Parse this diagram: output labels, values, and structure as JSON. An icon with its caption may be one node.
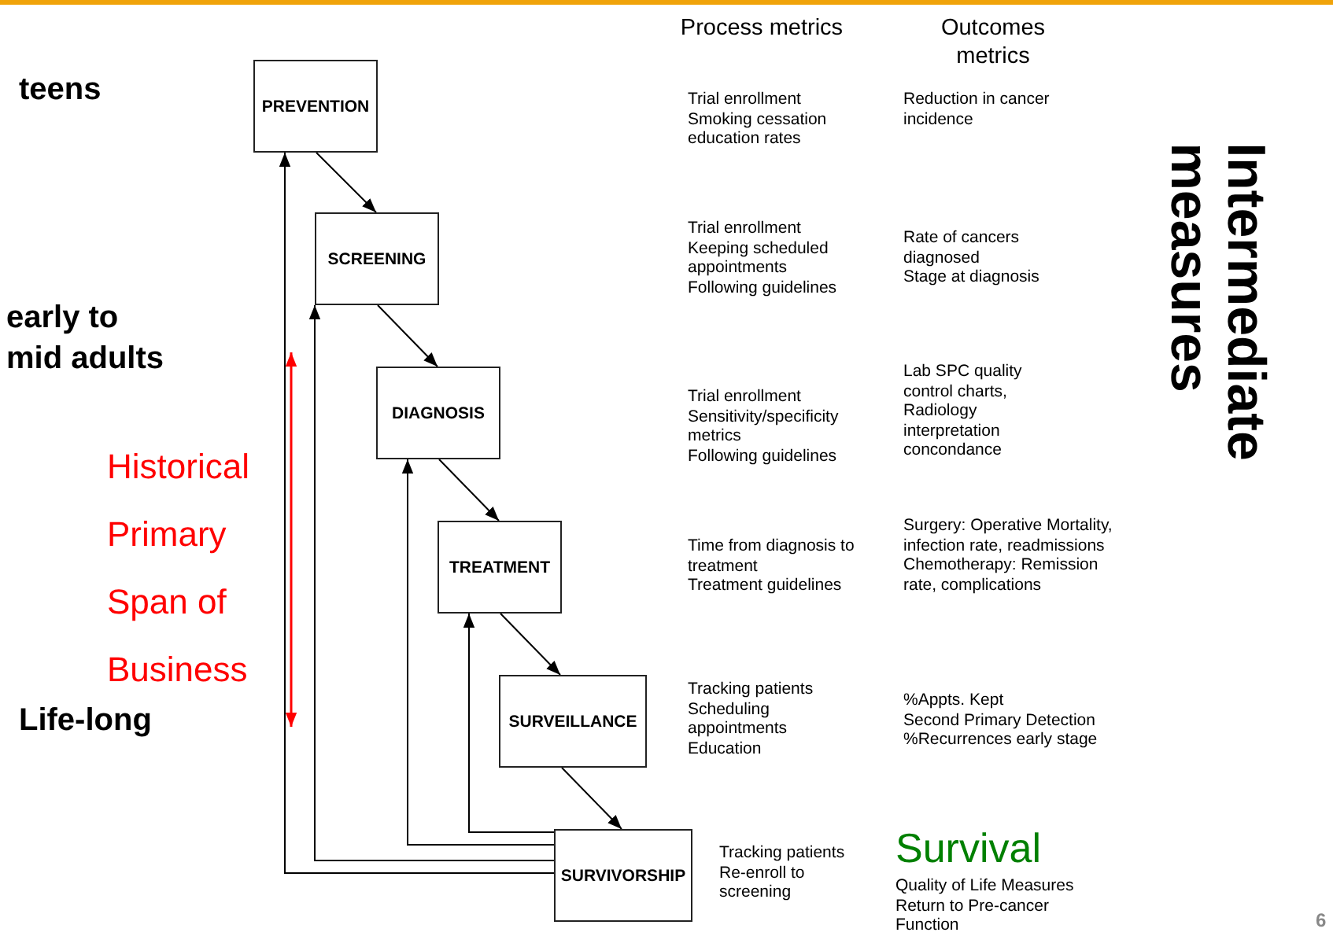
{
  "diagram": {
    "nodes": [
      {
        "text": [
          "PREVENTION"
        ]
      },
      {
        "text": [
          "SCREENING"
        ]
      },
      {
        "text": [
          "DIAGNOSIS"
        ]
      },
      {
        "text": [
          "TREATMENT"
        ]
      },
      {
        "text": [
          "SURVEILLANCE"
        ]
      },
      {
        "text": [
          "SURVIVORSHIP"
        ]
      }
    ],
    "edges": [
      {
        "from": 0,
        "to": 1,
        "arrow": "to"
      },
      {
        "from": 1,
        "to": 2,
        "arrow": "to"
      },
      {
        "from": 2,
        "to": 3,
        "arrow": "to"
      },
      {
        "from": 3,
        "to": 4,
        "arrow": "to"
      },
      {
        "from": 4,
        "to": 5,
        "arrow": "to"
      },
      {
        "from": 5,
        "to": 0,
        "arrow": "to"
      },
      {
        "from": 5,
        "to": 1,
        "arrow": "to"
      },
      {
        "from": 5,
        "to": 2,
        "arrow": "to"
      },
      {
        "from": 5,
        "to": 3,
        "arrow": "to"
      }
    ],
    "labels": [
      "teens",
      "early to mid adults",
      "Historical",
      "Primary",
      "Span of",
      "Business",
      "Life-long",
      "Process metrics",
      "Outcomes metrics",
      "Trial enrollment",
      "Smoking cessation education rates",
      "Reduction in cancer incidence",
      "Trial enrollment",
      "Keeping scheduled appointments",
      "Following guidelines",
      "Rate of cancers diagnosed",
      "Stage at diagnosis",
      "Trial enrollment",
      "Sensitivity/specificity metrics",
      "Following guidelines",
      "Lab SPC quality control charts,",
      "Radiology interpretation concondance",
      "Time from diagnosis to treatment",
      "Treatment guidelines",
      "Surgery: Operative Mortality, infection rate, readmissions",
      "Chemotherapy: Remission rate, complications",
      "Tracking patients",
      "Scheduling appointments",
      "Education",
      "%Appts. Kept",
      "Second Primary Detection",
      "%Recurrences early stage",
      "Tracking patients",
      "Re-enroll to screening",
      "Survival",
      "Quality of Life Measures",
      "Return to Pre-cancer Function",
      "Intermediate measures",
      "6"
    ]
  }
}
